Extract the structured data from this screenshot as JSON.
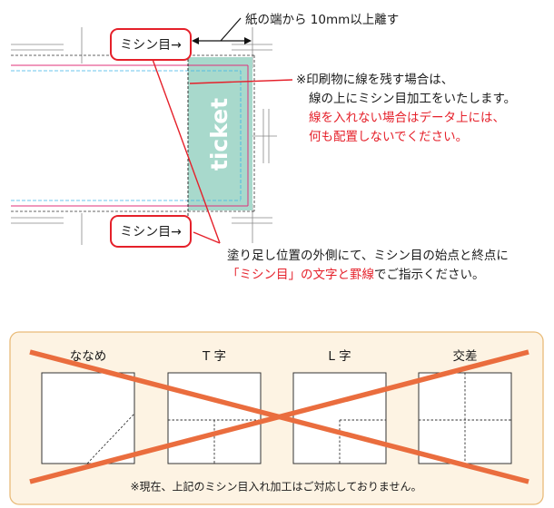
{
  "top_annotation": {
    "edge_distance": "紙の端から 10mm以上離す",
    "perforation_label_top": "ミシン目→",
    "perforation_label_bottom": "ミシン目→",
    "ticket_text": "ticket"
  },
  "note_print": {
    "line1": "※印刷物に線を残す場合は、",
    "line2": "線の上にミシン目加工をいたします。",
    "line3": "線を入れない場合はデータ上には、",
    "line4": "何も配置しないでください。"
  },
  "instruction": {
    "line1": "塗り足し位置の外側にて、ミシン目の始点と終点に",
    "line2_red": "「ミシン目」の文字と罫線",
    "line2_black": "でご指示ください。"
  },
  "unsupported_panel": {
    "items": [
      {
        "label": "ななめ"
      },
      {
        "label": "T 字"
      },
      {
        "label": "L 字"
      },
      {
        "label": "交差"
      }
    ],
    "footnote": "※現在、上記のミシン目入れ加工はご対応しておりません。"
  },
  "colors": {
    "accent_red": "#e5202a",
    "ticket_fill": "#a8d9cc",
    "panel_bg": "#fdf3e3",
    "panel_border": "#e9bb79",
    "cross": "#ea6d3e",
    "trim_magenta": "#e0307a",
    "safe_cyan": "#3bb4e6"
  }
}
